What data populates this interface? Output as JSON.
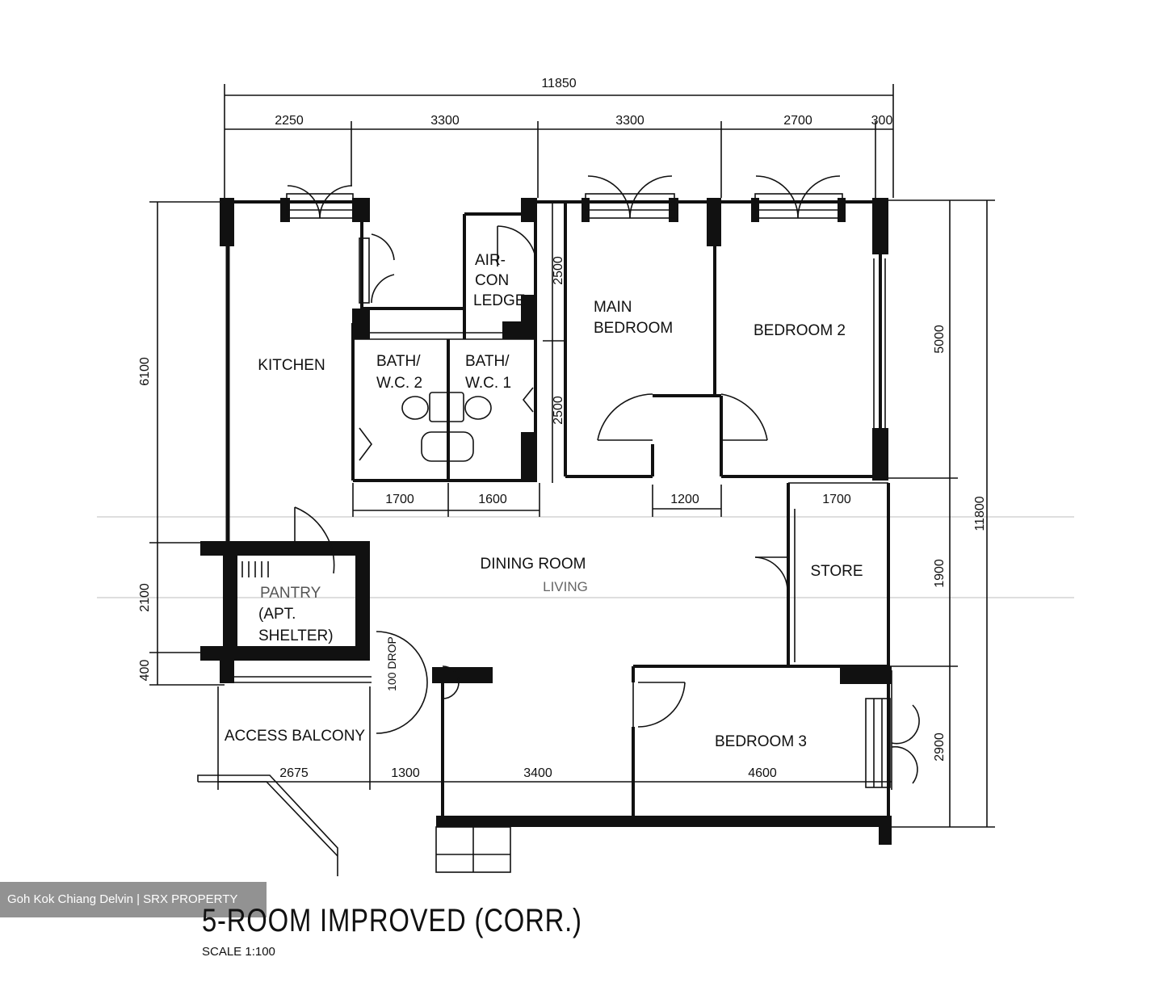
{
  "title": "5-ROOM IMPROVED (CORR.)",
  "scale_label": "SCALE   1:100",
  "watermark": "Goh Kok Chiang Delvin | SRX PROPERTY",
  "dimensions": {
    "overall_width": "11850",
    "top": [
      "2250",
      "3300",
      "3300",
      "2700",
      "300"
    ],
    "left": [
      "6100",
      "2100",
      "400"
    ],
    "right_outer": "11800",
    "right": [
      "5000",
      "2900"
    ],
    "bath_widths": [
      "1700",
      "1600"
    ],
    "corridor": "1200",
    "store_width": "1700",
    "store_height": "1900",
    "bath_heights": [
      "2500",
      "2500"
    ],
    "bottom": [
      "2675",
      "1300",
      "3400",
      "4600"
    ],
    "drop": "100 DROP"
  },
  "rooms": {
    "kitchen": "KITCHEN",
    "aircon_1": "AIR-",
    "aircon_2": "CON",
    "aircon_3": "LEDGE",
    "bath2_1": "BATH/",
    "bath2_2": "W.C.  2",
    "bath1_1": "BATH/",
    "bath1_2": "W.C.  1",
    "main_bedroom_1": "MAIN",
    "main_bedroom_2": "BEDROOM",
    "bedroom2": "BEDROOM  2",
    "bedroom3": "BEDROOM  3",
    "dining": "DINING ROOM",
    "living": "LIVING",
    "store": "STORE",
    "shelter_1": "PANTRY",
    "shelter_2": "(APT.",
    "shelter_3": "SHELTER)",
    "access_balcony": "ACCESS   BALCONY"
  }
}
